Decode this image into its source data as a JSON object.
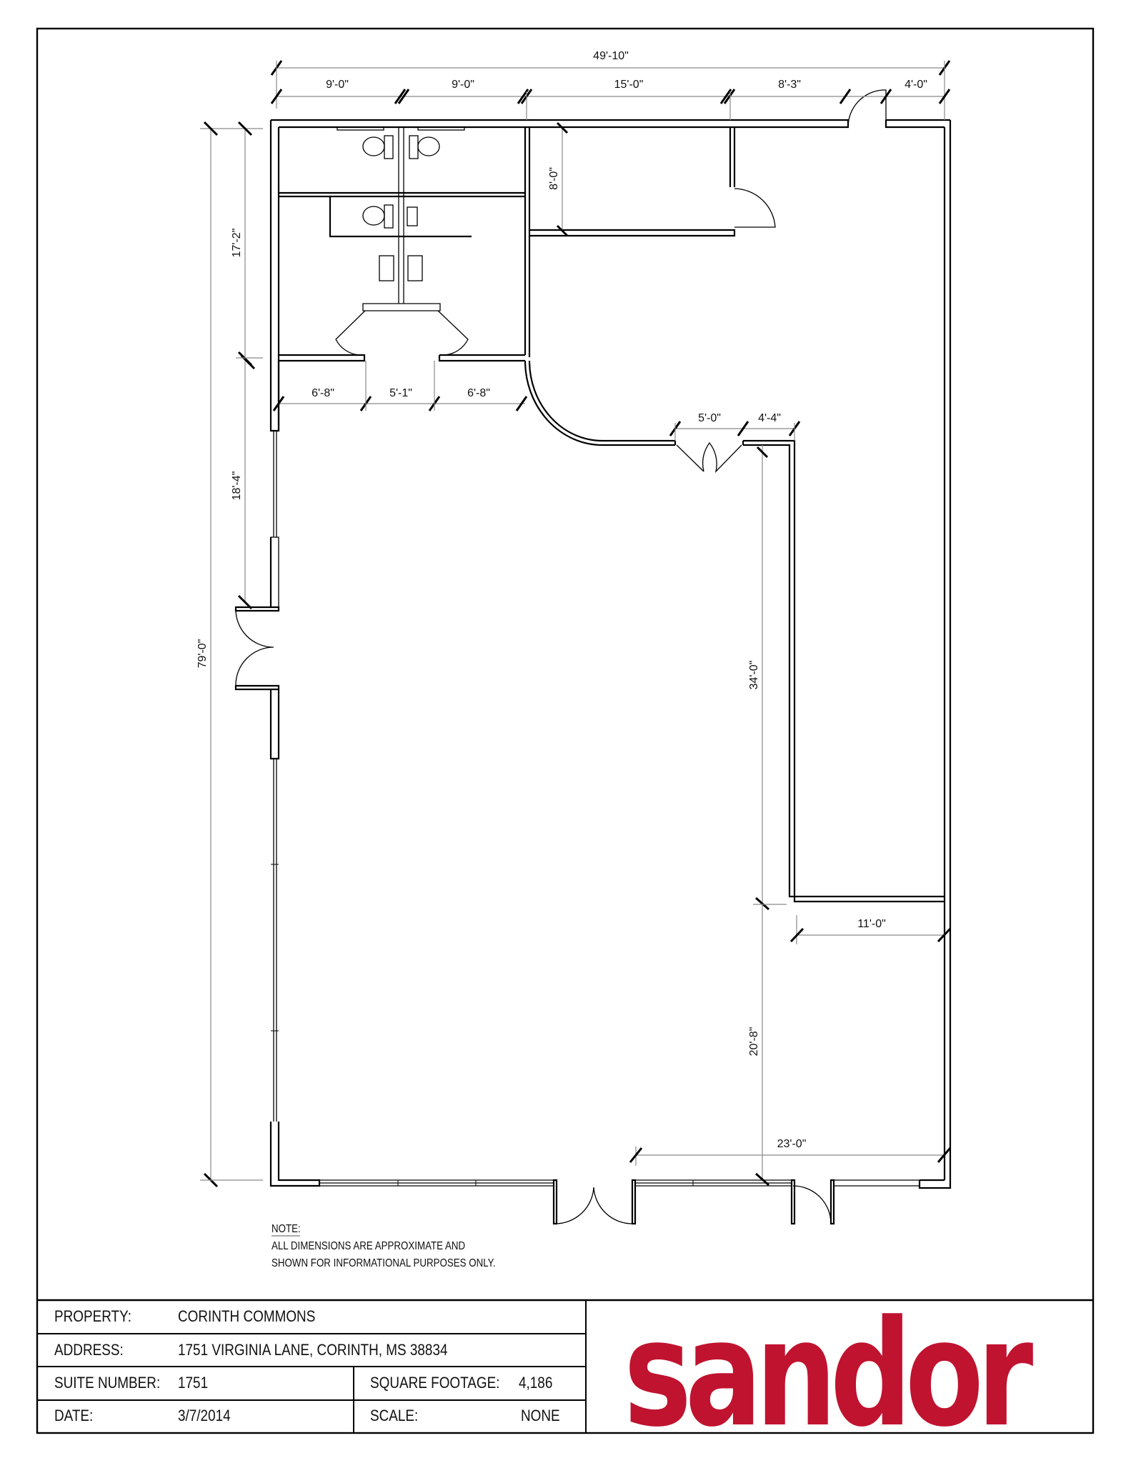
{
  "plan": {
    "dimensions": {
      "overall_width": "49'-10\"",
      "top_segments": [
        "9'-0\"",
        "9'-0\"",
        "15'-0\"",
        "8'-3\"",
        "4'-0\""
      ],
      "restroom_depth": "17'-2\"",
      "left_upper": "18'-4\"",
      "overall_depth": "79'-0\"",
      "office_depth": "8'-0\"",
      "restroom_openings": [
        "6'-8\"",
        "5'-1\"",
        "6'-8\""
      ],
      "door_width": "5'-0\"",
      "side_wall": "4'-4\"",
      "storage_depth": "34'-0\"",
      "storage_width": "11'-0\"",
      "rear_depth": "20'-8\"",
      "rear_width": "23'-0\""
    },
    "note": {
      "heading": "NOTE:",
      "line1": "ALL DIMENSIONS ARE APPROXIMATE AND",
      "line2": "SHOWN FOR INFORMATIONAL PURPOSES ONLY."
    }
  },
  "title_block": {
    "property_label": "PROPERTY:",
    "property_value": "CORINTH COMMONS",
    "address_label": "ADDRESS:",
    "address_value": "1751 VIRGINIA LANE, CORINTH, MS 38834",
    "suite_label": "SUITE NUMBER:",
    "suite_value": "1751",
    "sqft_label": "SQUARE  FOOTAGE:",
    "sqft_value": "4,186",
    "date_label": "DATE:",
    "date_value": "3/7/2014",
    "scale_label": "SCALE:",
    "scale_value": "NONE"
  },
  "logo": {
    "text": "sandor",
    "color": "#C0132F"
  }
}
